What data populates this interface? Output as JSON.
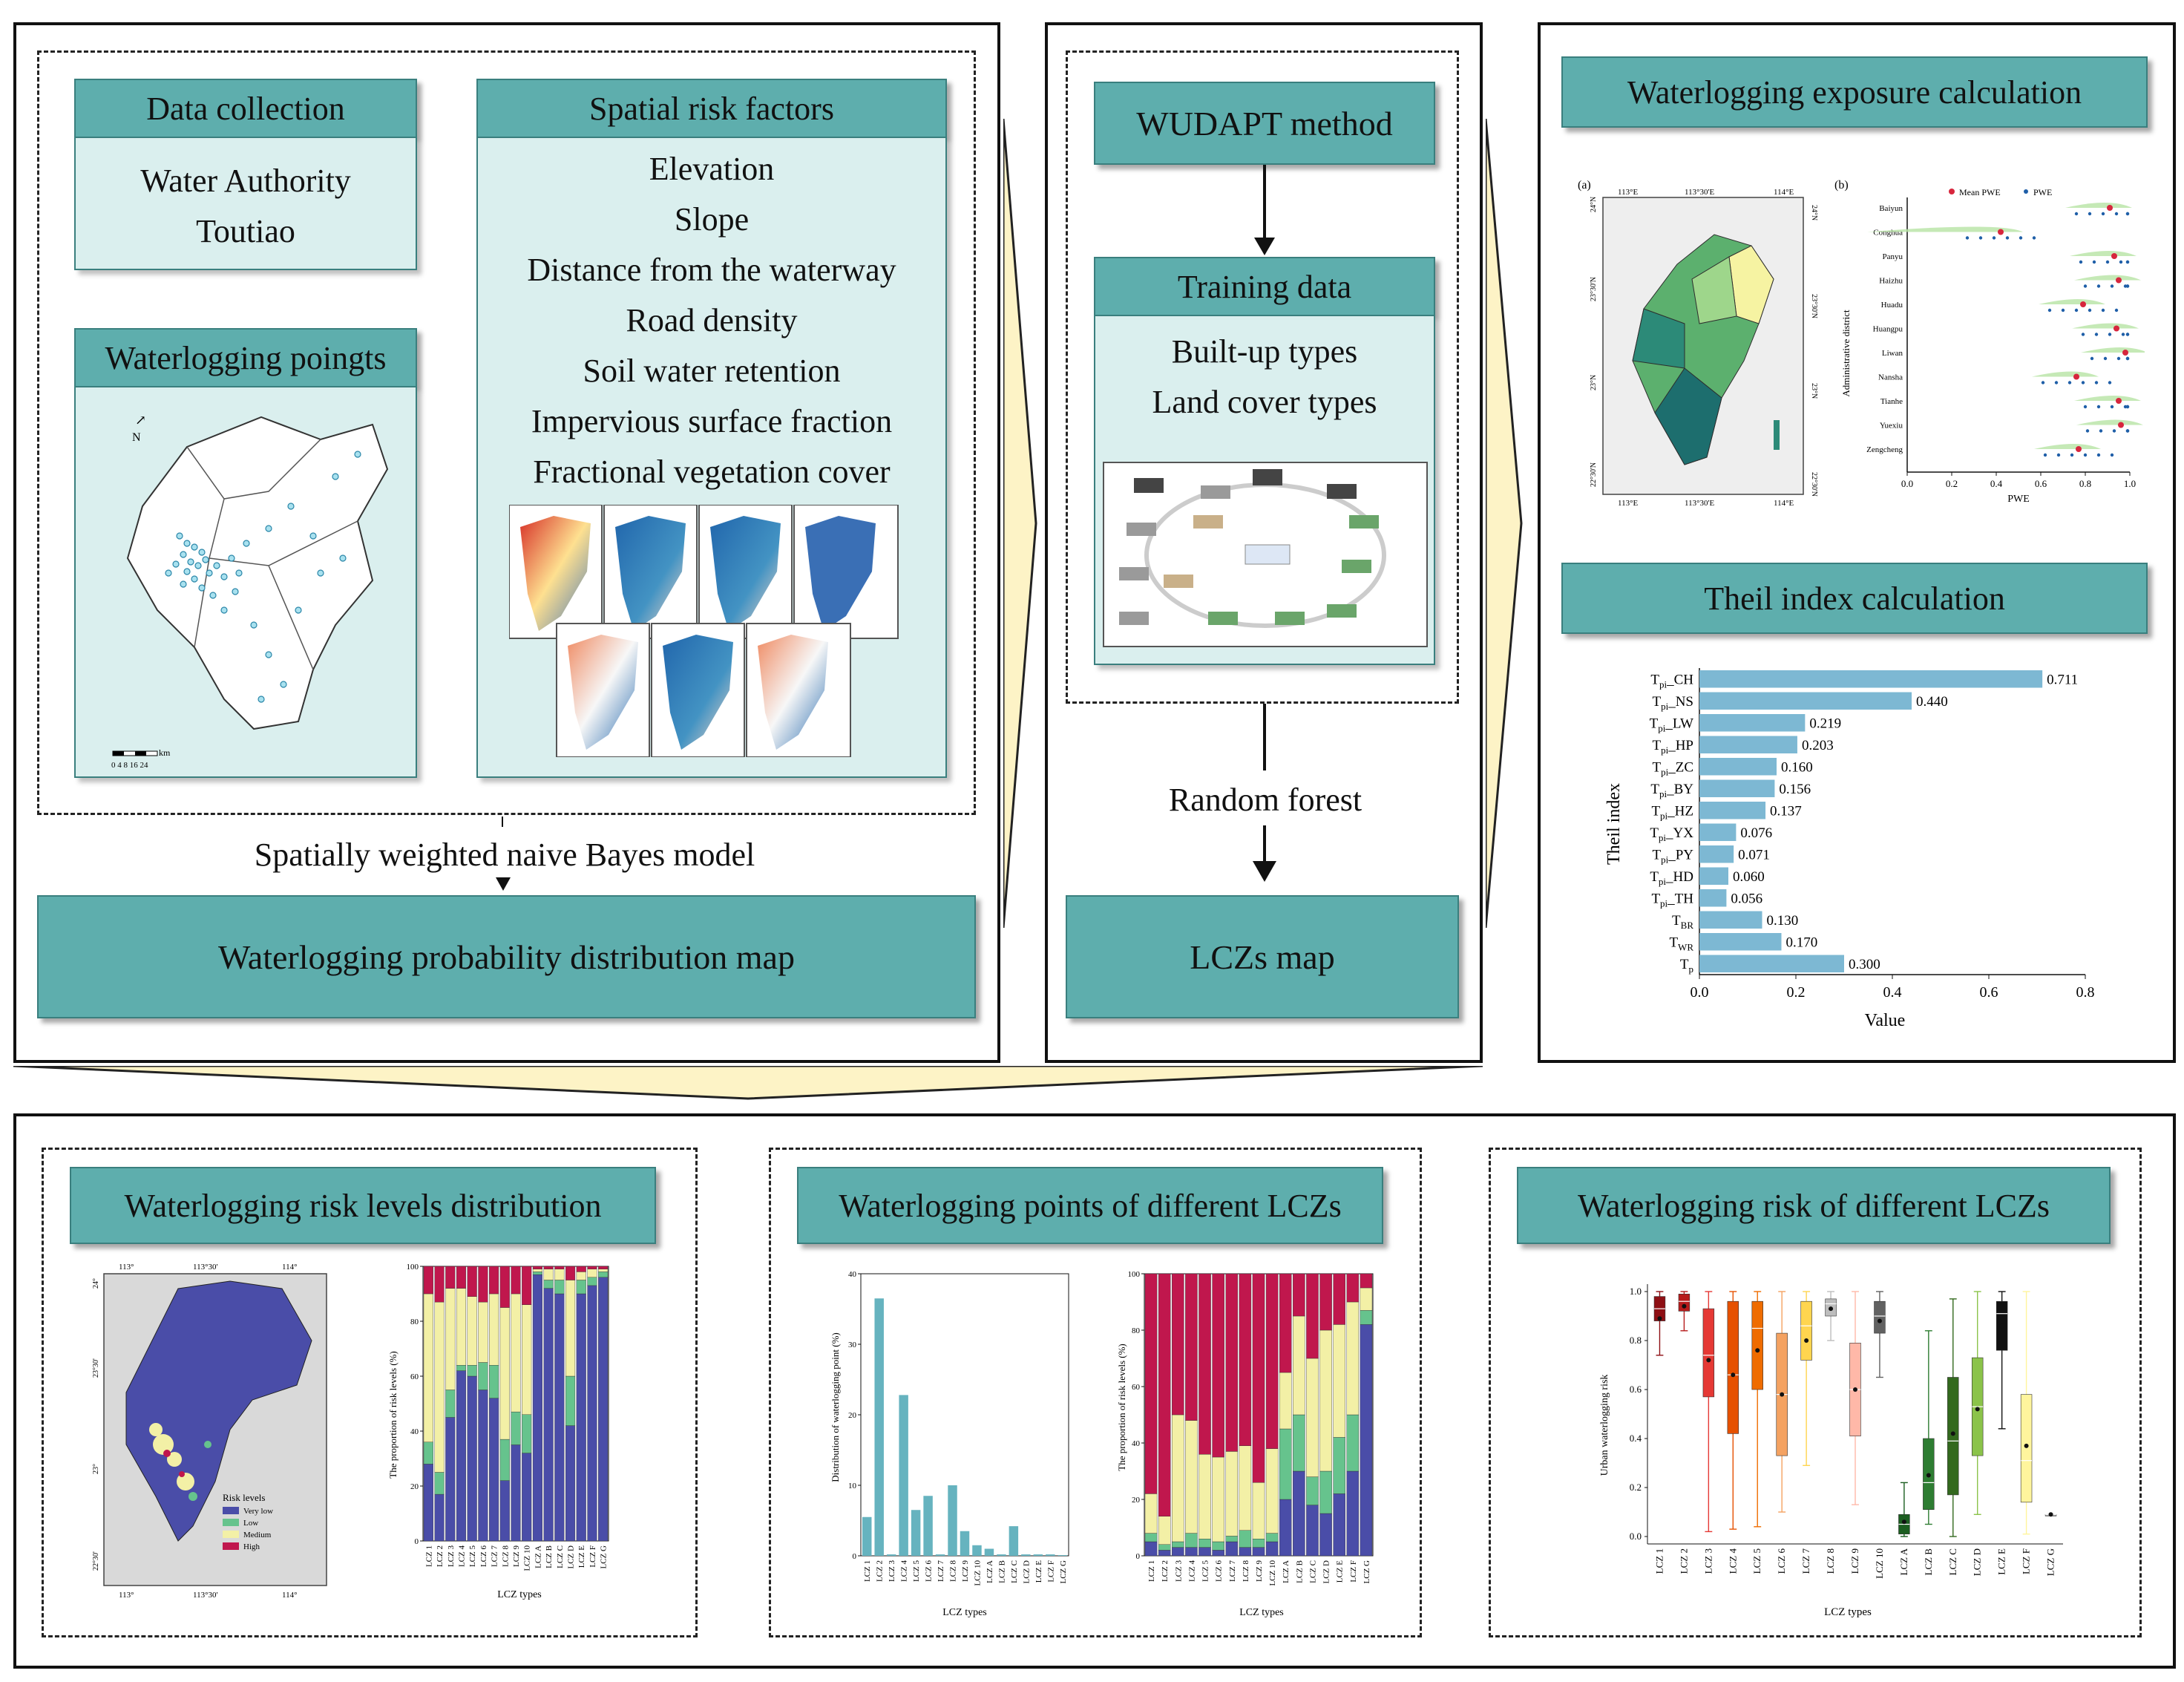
{
  "left_panel": {
    "data_collection": {
      "title": "Data collection",
      "items": [
        "Water Authority",
        "Toutiao"
      ]
    },
    "spatial_risk_factors": {
      "title": "Spatial risk factors",
      "items": [
        "Elevation",
        "Slope",
        "Distance from the waterway",
        "Road density",
        "Soil water retention",
        "Impervious surface fraction",
        "Fractional vegetation cover"
      ]
    },
    "waterlogging_points": {
      "title": "Waterlogging poingts",
      "north": "N",
      "scale": "0 4 8   16   24",
      "scale_unit": "km"
    },
    "model_label": "Spatially weighted naive Bayes model",
    "output": "Waterlogging probability distribution map"
  },
  "middle_panel": {
    "method": "WUDAPT method",
    "training": {
      "title": "Training data",
      "items": [
        "Built-up types",
        "Land cover types"
      ]
    },
    "classifier": "Random forest",
    "output": "LCZs map"
  },
  "right_panel": {
    "exposure_title": "Waterlogging exposure calculation",
    "theil_title": "Theil index calculation",
    "exposure_chart": {
      "label_a": "(a)",
      "label_b": "(b)",
      "legend": [
        "Mean PWE",
        "PWE"
      ],
      "ylabel": "Administrative district",
      "xlabel": "PWE",
      "xticks": [
        "0.0",
        "0.2",
        "0.4",
        "0.6",
        "0.8",
        "1.0"
      ],
      "map_top_ticks": [
        "113°E",
        "113°30'E",
        "114°E"
      ],
      "map_bottom_ticks": [
        "113°E",
        "113°30'E",
        "114°E"
      ],
      "map_left_ticks": [
        "24°N",
        "23°30'N",
        "23°N",
        "22°30'N"
      ],
      "map_right_ticks": [
        "24°N",
        "23°30'N",
        "23°N",
        "22°30'N"
      ]
    },
    "theil_chart": {
      "xlabel": "Value",
      "ylabel": "Theil index",
      "xticks": [
        "0.0",
        "0.2",
        "0.4",
        "0.6",
        "0.8"
      ]
    }
  },
  "bottom_panel": {
    "risk_levels_title": "Waterlogging risk levels distribution",
    "points_title": "Waterlogging points of different LCZs",
    "risk_lcz_title": "Waterlogging risk of different LCZs",
    "risk_map": {
      "legend_title": "Risk levels",
      "legend_items": [
        "Very low",
        "Low",
        "Medium",
        "High"
      ],
      "top_ticks": [
        "113°",
        "113°30'",
        "114°"
      ],
      "bottom_ticks": [
        "113°",
        "113°30'",
        "114°"
      ],
      "side_ticks": [
        "24°",
        "23°30'",
        "23°",
        "22°30'"
      ]
    },
    "stacked_ylabel": "The proportion of risk levels (%)",
    "points_ylabel": "Distribution of waterlogging point (%)",
    "points_yticks": [
      "0",
      "10",
      "20",
      "30",
      "40"
    ],
    "box_ylabel": "Urban waterlogging risk",
    "box_yticks": [
      "0.0",
      "0.2",
      "0.4",
      "0.6",
      "0.8",
      "1.0"
    ],
    "xlabel": "LCZ types",
    "percent_ticks": [
      "0",
      "20",
      "40",
      "60",
      "80",
      "100"
    ]
  },
  "colors": {
    "teal": "#5eaead",
    "teal_light": "#daefee",
    "arrow_fill": "#fdf3c6",
    "bar_blue": "#7db8d3",
    "very_low": "#4a4da8",
    "low": "#66c38d",
    "medium": "#f3f0a6",
    "high": "#c0174d"
  },
  "chart_data": [
    {
      "type": "bar",
      "orientation": "horizontal",
      "title": "",
      "xlabel": "Value",
      "ylabel": "Theil index",
      "xlim": [
        0,
        0.8
      ],
      "categories": [
        "Tpi_CH",
        "Tpi_NS",
        "Tpi_LW",
        "Tpi_HP",
        "Tpi_ZC",
        "Tpi_BY",
        "Tpi_HZ",
        "Tpi_YX",
        "Tpi_PY",
        "Tpi_HD",
        "Tpi_TH",
        "TBR",
        "TWR",
        "Tp"
      ],
      "category_subscripts": [
        "pi",
        "pi",
        "pi",
        "pi",
        "pi",
        "pi",
        "pi",
        "pi",
        "pi",
        "pi",
        "pi",
        "BR",
        "WR",
        "p"
      ],
      "category_suffix": [
        "_CH",
        "_NS",
        "_LW",
        "_HP",
        "_ZC",
        "_BY",
        "_HZ",
        "_YX",
        "_PY",
        "_HD",
        "_TH",
        "",
        "",
        ""
      ],
      "values": [
        0.711,
        0.44,
        0.219,
        0.203,
        0.16,
        0.156,
        0.137,
        0.076,
        0.071,
        0.06,
        0.056,
        0.13,
        0.17,
        0.3
      ],
      "value_labels": [
        "0.711",
        "0.440",
        "0.219",
        "0.203",
        "0.160",
        "0.156",
        "0.137",
        "0.076",
        "0.071",
        "0.060",
        "0.056",
        "0.130",
        "0.170",
        "0.300"
      ]
    },
    {
      "type": "bar",
      "title": "",
      "xlabel": "LCZ types",
      "ylabel": "Distribution of waterlogging point (%)",
      "ylim": [
        0,
        40
      ],
      "categories": [
        "LCZ 1",
        "LCZ 2",
        "LCZ 3",
        "LCZ 4",
        "LCZ 5",
        "LCZ 6",
        "LCZ 7",
        "LCZ 8",
        "LCZ 9",
        "LCZ 10",
        "LCZ A",
        "LCZ B",
        "LCZ C",
        "LCZ D",
        "LCZ E",
        "LCZ F",
        "LCZ G"
      ],
      "values": [
        5.5,
        36.5,
        0.2,
        22.8,
        6.5,
        8.5,
        0.2,
        10,
        3.5,
        1.5,
        1,
        0.2,
        4.2,
        0.2,
        0.2,
        0.2,
        0.1
      ]
    },
    {
      "type": "bar",
      "stacked": true,
      "title": "",
      "xlabel": "LCZ types",
      "ylabel": "The proportion of risk levels (%)",
      "ylim": [
        0,
        100
      ],
      "categories": [
        "LCZ 1",
        "LCZ 2",
        "LCZ 3",
        "LCZ 4",
        "LCZ 5",
        "LCZ 6",
        "LCZ 7",
        "LCZ 8",
        "LCZ 9",
        "LCZ 10",
        "LCZ A",
        "LCZ B",
        "LCZ C",
        "LCZ D",
        "LCZ E",
        "LCZ F",
        "LCZ G"
      ],
      "series": [
        {
          "name": "Very low",
          "values": [
            28,
            17,
            45,
            62,
            60,
            55,
            52,
            22,
            35,
            32,
            97,
            92,
            90,
            42,
            90,
            93,
            96
          ]
        },
        {
          "name": "Low",
          "values": [
            8,
            8,
            10,
            2,
            4,
            10,
            12,
            15,
            12,
            14,
            1,
            3,
            5,
            18,
            5,
            3,
            2
          ]
        },
        {
          "name": "Medium",
          "values": [
            54,
            62,
            37,
            28,
            25,
            22,
            26,
            48,
            43,
            40,
            1,
            4,
            4,
            35,
            3,
            3,
            1
          ]
        },
        {
          "name": "High",
          "values": [
            10,
            13,
            8,
            8,
            11,
            13,
            10,
            15,
            10,
            14,
            1,
            1,
            1,
            5,
            2,
            1,
            1
          ]
        }
      ]
    },
    {
      "type": "bar",
      "stacked": true,
      "title": "",
      "xlabel": "LCZ types",
      "ylabel": "The proportion of risk levels (%)",
      "ylim": [
        0,
        100
      ],
      "categories": [
        "LCZ 1",
        "LCZ 2",
        "LCZ 3",
        "LCZ 4",
        "LCZ 5",
        "LCZ 6",
        "LCZ 7",
        "LCZ 8",
        "LCZ 9",
        "LCZ 10",
        "LCZ A",
        "LCZ B",
        "LCZ C",
        "LCZ D",
        "LCZ E",
        "LCZ F",
        "LCZ G"
      ],
      "series": [
        {
          "name": "Very low",
          "values": [
            5,
            2,
            3,
            3,
            3,
            2,
            5,
            3,
            3,
            5,
            20,
            30,
            18,
            15,
            22,
            30,
            82
          ]
        },
        {
          "name": "Low",
          "values": [
            3,
            2,
            2,
            5,
            3,
            3,
            2,
            6,
            3,
            3,
            25,
            20,
            10,
            15,
            20,
            20,
            5
          ]
        },
        {
          "name": "Medium",
          "values": [
            14,
            10,
            45,
            40,
            30,
            30,
            30,
            30,
            20,
            30,
            20,
            35,
            42,
            50,
            40,
            40,
            8
          ]
        },
        {
          "name": "High",
          "values": [
            78,
            86,
            50,
            52,
            64,
            65,
            63,
            61,
            74,
            62,
            35,
            15,
            30,
            20,
            18,
            10,
            5
          ]
        }
      ]
    },
    {
      "type": "box",
      "title": "",
      "xlabel": "LCZ types",
      "ylabel": "Urban waterlogging risk",
      "ylim": [
        0,
        1
      ],
      "categories": [
        "LCZ 1",
        "LCZ 2",
        "LCZ 3",
        "LCZ 4",
        "LCZ 5",
        "LCZ 6",
        "LCZ 7",
        "LCZ 8",
        "LCZ 9",
        "LCZ 10",
        "LCZ A",
        "LCZ B",
        "LCZ C",
        "LCZ D",
        "LCZ E",
        "LCZ F",
        "LCZ G"
      ],
      "box": [
        {
          "min": 0.74,
          "q1": 0.88,
          "median": 0.93,
          "q3": 0.98,
          "max": 1.0,
          "mean": 0.89
        },
        {
          "min": 0.84,
          "q1": 0.92,
          "median": 0.96,
          "q3": 0.99,
          "max": 1.0,
          "mean": 0.94
        },
        {
          "min": 0.02,
          "q1": 0.57,
          "median": 0.74,
          "q3": 0.93,
          "max": 1.0,
          "mean": 0.72
        },
        {
          "min": 0.03,
          "q1": 0.42,
          "median": 0.66,
          "q3": 0.96,
          "max": 1.0,
          "mean": 0.66
        },
        {
          "min": 0.04,
          "q1": 0.6,
          "median": 0.85,
          "q3": 0.96,
          "max": 1.0,
          "mean": 0.76
        },
        {
          "min": 0.1,
          "q1": 0.33,
          "median": 0.58,
          "q3": 0.83,
          "max": 1.0,
          "mean": 0.58
        },
        {
          "min": 0.29,
          "q1": 0.72,
          "median": 0.86,
          "q3": 0.96,
          "max": 1.0,
          "mean": 0.8
        },
        {
          "min": 0.8,
          "q1": 0.9,
          "median": 0.95,
          "q3": 0.97,
          "max": 1.0,
          "mean": 0.93
        },
        {
          "min": 0.13,
          "q1": 0.41,
          "median": 0.6,
          "q3": 0.79,
          "max": 1.0,
          "mean": 0.6
        },
        {
          "min": 0.65,
          "q1": 0.83,
          "median": 0.9,
          "q3": 0.96,
          "max": 1.0,
          "mean": 0.88
        },
        {
          "min": 0.0,
          "q1": 0.01,
          "median": 0.05,
          "q3": 0.09,
          "max": 0.22,
          "mean": 0.06
        },
        {
          "min": 0.05,
          "q1": 0.11,
          "median": 0.22,
          "q3": 0.4,
          "max": 0.84,
          "mean": 0.25
        },
        {
          "min": 0.0,
          "q1": 0.17,
          "median": 0.39,
          "q3": 0.65,
          "max": 0.97,
          "mean": 0.42
        },
        {
          "min": 0.09,
          "q1": 0.33,
          "median": 0.53,
          "q3": 0.73,
          "max": 1.0,
          "mean": 0.52
        },
        {
          "min": 0.44,
          "q1": 0.76,
          "median": 0.91,
          "q3": 0.96,
          "max": 1.0,
          "mean": 0.86
        },
        {
          "min": 0.01,
          "q1": 0.14,
          "median": 0.31,
          "q3": 0.58,
          "max": 1.0,
          "mean": 0.37
        },
        {
          "min": 0.09,
          "q1": 0.09,
          "median": 0.09,
          "q3": 0.09,
          "max": 0.09,
          "mean": 0.09
        }
      ],
      "colors": [
        "#8e0f14",
        "#b71c1c",
        "#e53935",
        "#e65100",
        "#ef6c00",
        "#f4a261",
        "#ffd54f",
        "#bdbdbd",
        "#ffb8a8",
        "#616161",
        "#1b5e20",
        "#2e7d32",
        "#33691e",
        "#8bc34a",
        "#111111",
        "#fff59d",
        "#9e9e9e"
      ]
    },
    {
      "type": "scatter",
      "title": "",
      "xlabel": "PWE",
      "ylabel": "Administrative district",
      "xlim": [
        0,
        1
      ],
      "categories": [
        "Baiyun",
        "Conghua",
        "Panyu",
        "Haizhu",
        "Huadu",
        "Huangpu",
        "Liwan",
        "Nansha",
        "Tianhe",
        "Yuexiu",
        "Zengcheng"
      ],
      "mean_pwe": [
        0.91,
        0.42,
        0.93,
        0.95,
        0.79,
        0.94,
        0.98,
        0.76,
        0.95,
        0.96,
        0.77
      ]
    }
  ]
}
